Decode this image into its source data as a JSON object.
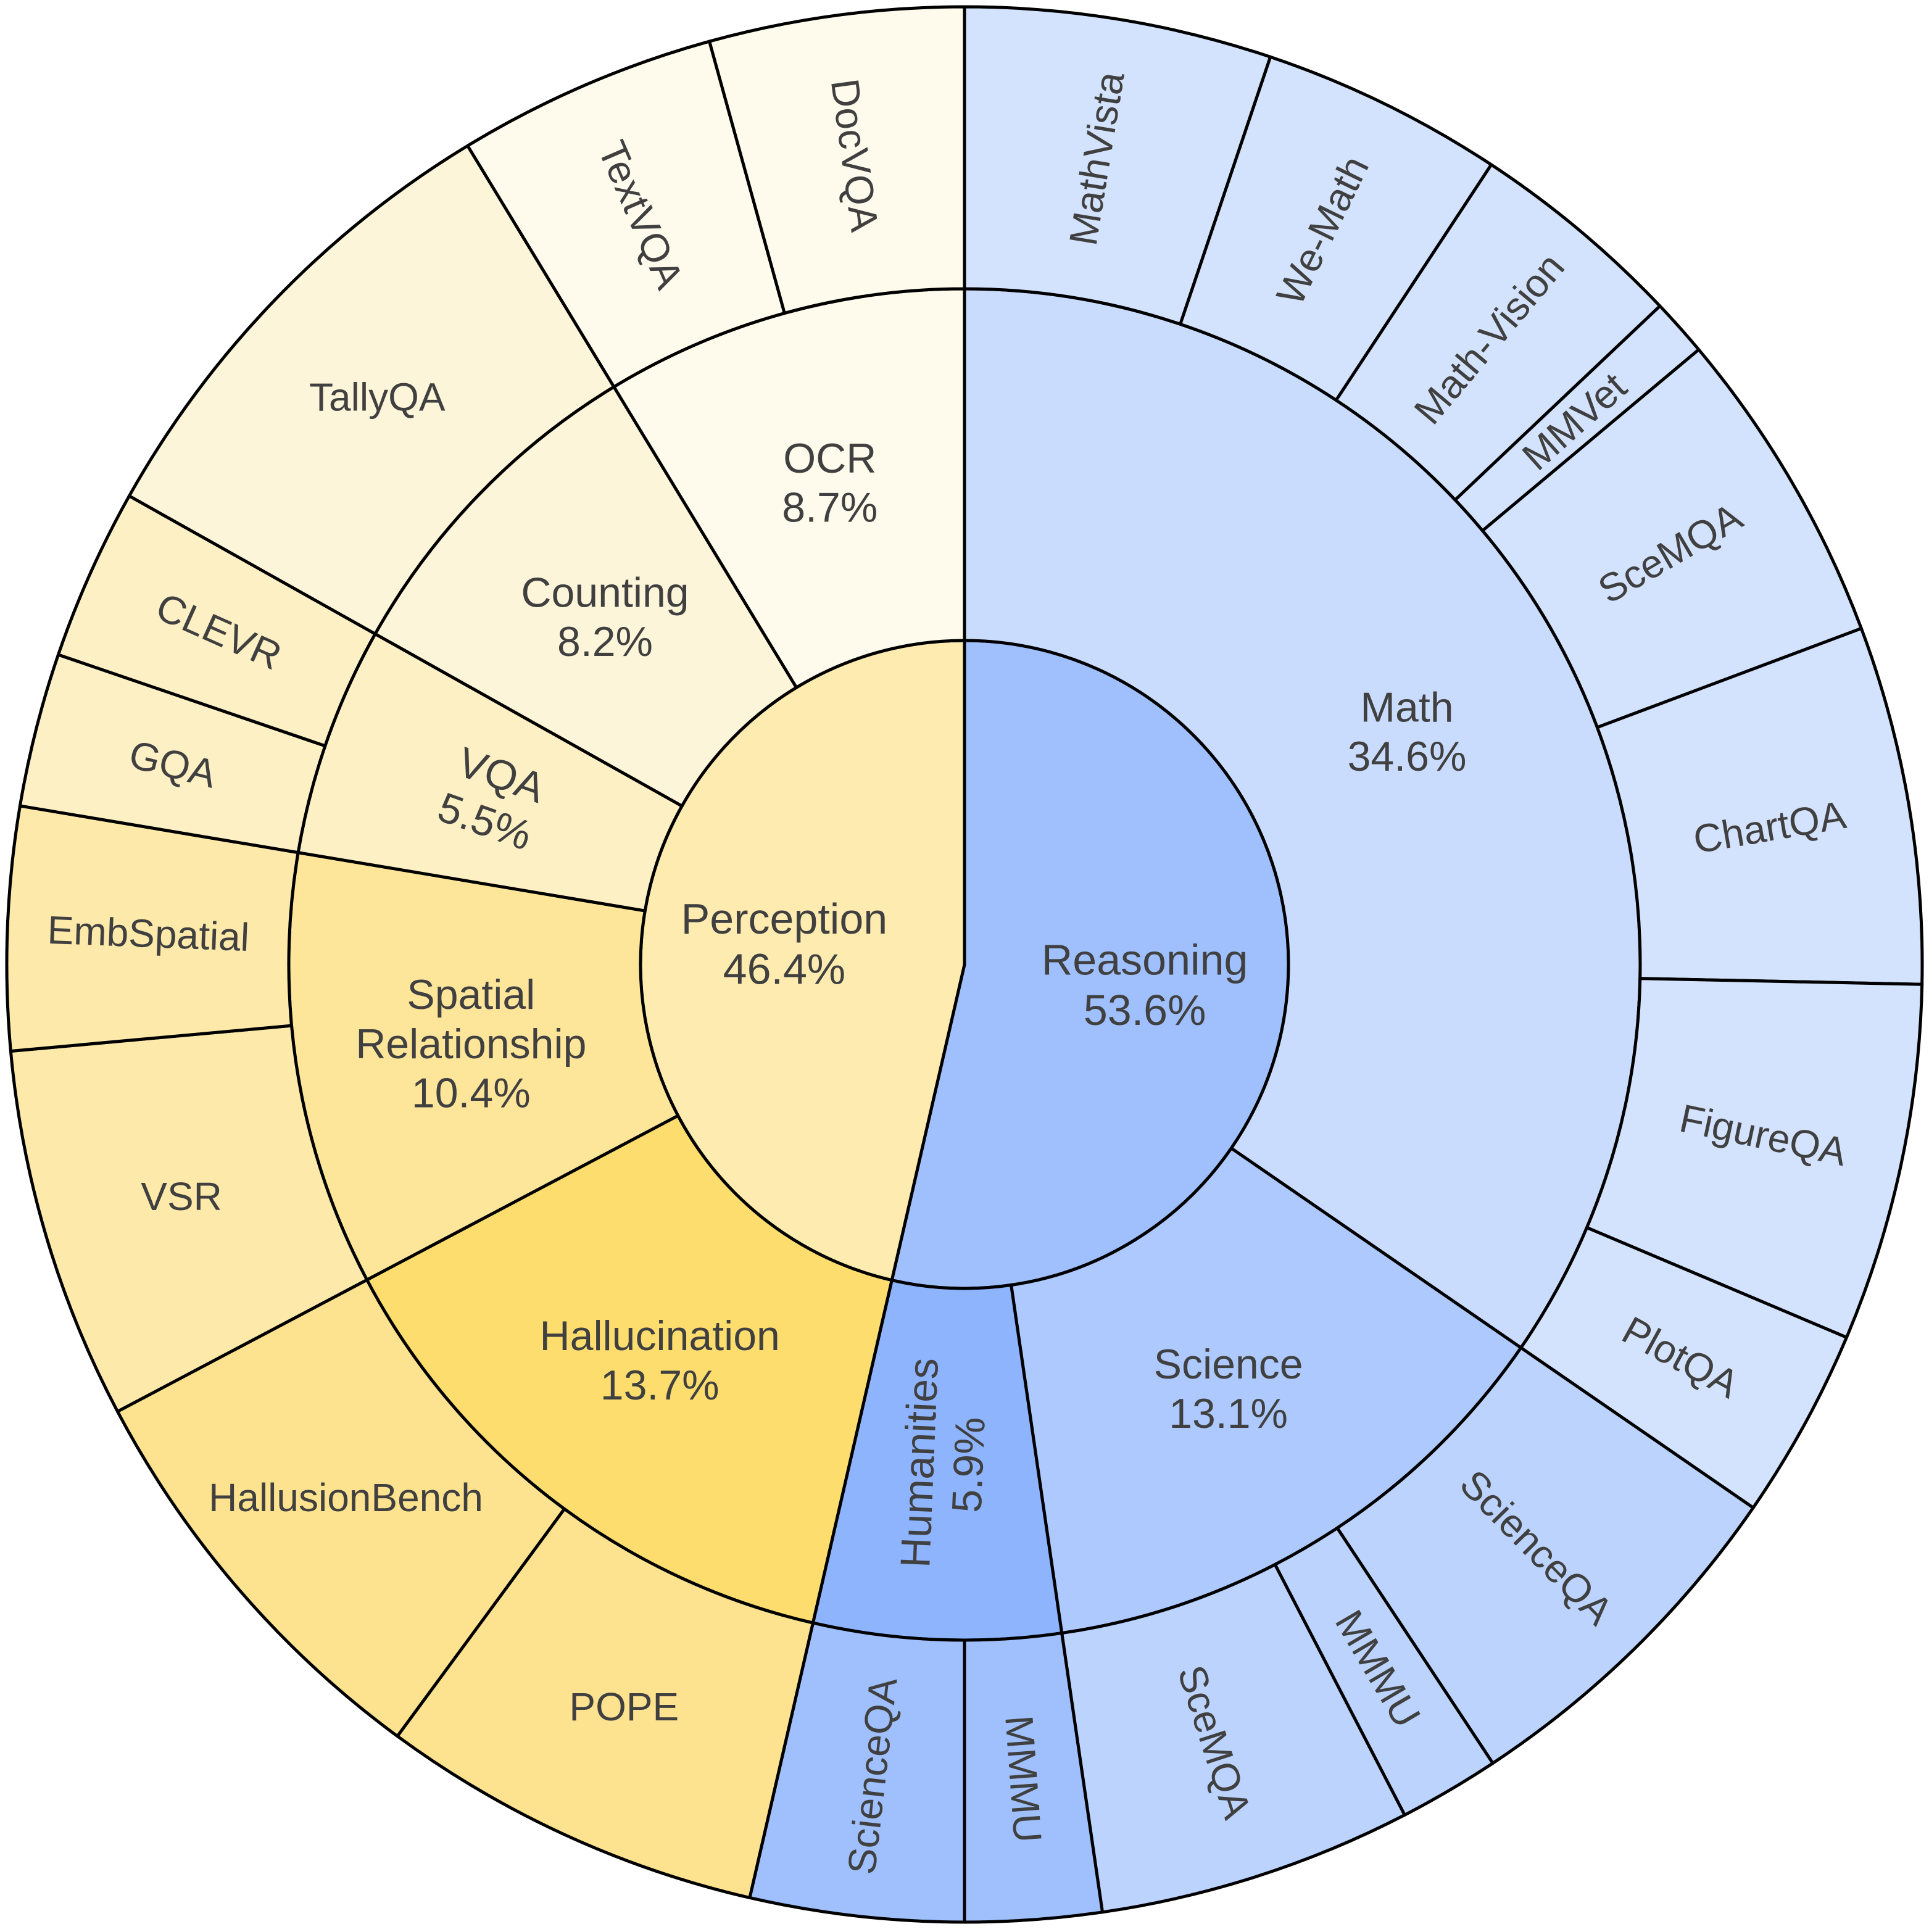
{
  "chart_data": {
    "type": "sunburst",
    "unit": "%",
    "levels": [
      "category",
      "subcategory",
      "benchmark"
    ],
    "root": [
      {
        "label": "Reasoning",
        "value": 53.6,
        "value_text": "53.6%",
        "color": "#9fc0fd",
        "children": [
          {
            "label": "Math",
            "value": 34.6,
            "value_text": "34.6%",
            "color": "#cadcfd",
            "children": [
              {
                "label": "MathVista",
                "value": 4.8,
                "color": "#d3e2fd"
              },
              {
                "label": "We-Math",
                "value": 3.8,
                "color": "#d3e2fd"
              },
              {
                "label": "Math-Vision",
                "value": 3.4,
                "color": "#d3e2fd"
              },
              {
                "label": "MMVet",
                "value": 0.9,
                "color": "#d3e2fd"
              },
              {
                "label": "SceMQA",
                "value": 5.0,
                "color": "#d3e2fd"
              },
              {
                "label": "ChartQA",
                "value": 5.6,
                "color": "#d3e2fd"
              },
              {
                "label": "FigureQA",
                "value": 5.6,
                "color": "#d3e2fd"
              },
              {
                "label": "PlotQA",
                "value": 3.0,
                "color": "#d3e2fd"
              }
            ]
          },
          {
            "label": "Science",
            "value": 13.1,
            "value_text": "13.1%",
            "color": "#adc9fd",
            "children": [
              {
                "label": "ScienceQA",
                "value": 6.1,
                "color": "#bcd3fd"
              },
              {
                "label": "MMMU",
                "value": 1.7,
                "color": "#bcd3fd"
              },
              {
                "label": "SceMQA",
                "value": 5.3,
                "color": "#bcd3fd"
              }
            ]
          },
          {
            "label": "Humanities",
            "value": 5.9,
            "value_text": "5.9%",
            "color": "#8db4fd",
            "children": [
              {
                "label": "MMMU",
                "value": 2.3,
                "color": "#9fc0fd"
              },
              {
                "label": "ScienceQA",
                "value": 3.6,
                "color": "#9fc0fd"
              }
            ]
          }
        ]
      },
      {
        "label": "Perception",
        "value": 46.4,
        "value_text": "46.4%",
        "color": "#fdebb0",
        "children": [
          {
            "label": "Hallucination",
            "value": 13.7,
            "value_text": "13.7%",
            "color": "#fddd6e",
            "children": [
              {
                "label": "POPE",
                "value": 6.5,
                "color": "#fde28f"
              },
              {
                "label": "HallusionBench",
                "value": 7.2,
                "color": "#fde28f"
              }
            ]
          },
          {
            "label": "Spatial\nRelationship",
            "value": 10.4,
            "value_text": "10.4%",
            "color": "#fde59a",
            "children": [
              {
                "label": "VSR",
                "value": 6.3,
                "color": "#fde9aa"
              },
              {
                "label": "EmbSpatial",
                "value": 4.1,
                "color": "#fde9aa"
              }
            ]
          },
          {
            "label": "VQA",
            "value": 5.5,
            "value_text": "5.5%",
            "color": "#fdf0c4",
            "children": [
              {
                "label": "GQA",
                "value": 2.6,
                "color": "#fdf0c4"
              },
              {
                "label": "CLEVR",
                "value": 2.9,
                "color": "#fdf0c4"
              }
            ]
          },
          {
            "label": "Counting",
            "value": 8.2,
            "value_text": "8.2%",
            "color": "#fdf5d9",
            "children": [
              {
                "label": "TallyQA",
                "value": 8.2,
                "color": "#fdf5d9"
              }
            ]
          },
          {
            "label": "OCR",
            "value": 8.7,
            "value_text": "8.7%",
            "color": "#fefbec",
            "children": [
              {
                "label": "TextVQA",
                "value": 4.4,
                "color": "#fefbec"
              },
              {
                "label": "DocVQA",
                "value": 4.3,
                "color": "#fefbec"
              }
            ]
          }
        ]
      }
    ]
  }
}
